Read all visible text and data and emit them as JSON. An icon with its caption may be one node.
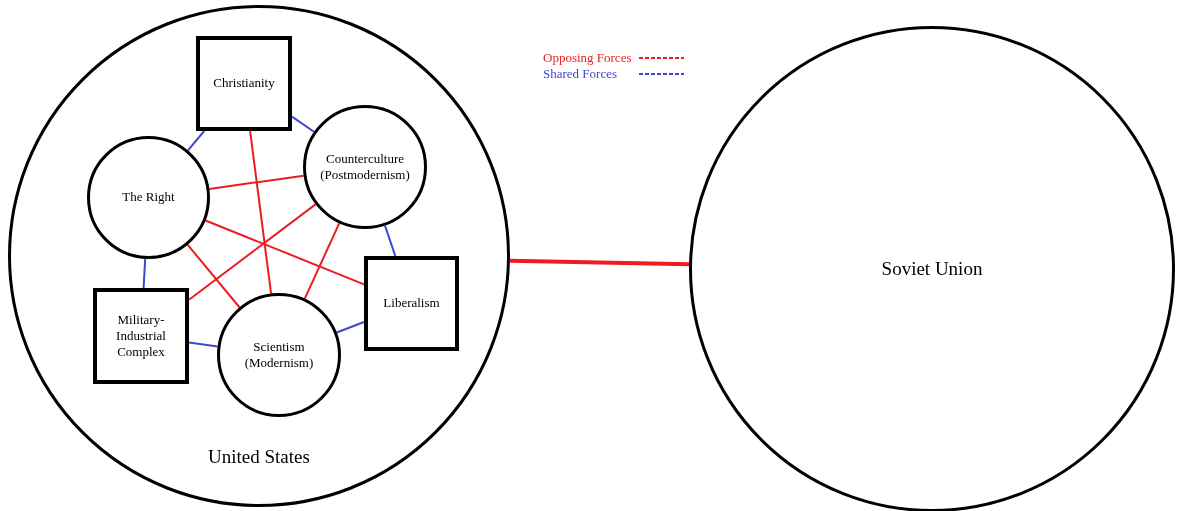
{
  "diagram": {
    "nodes": [
      {
        "text": [
          "United States"
        ]
      },
      {
        "text": [
          "Christianity"
        ],
        "in": 0
      },
      {
        "text": [
          "The Right"
        ],
        "in": 0
      },
      {
        "text": [
          "Counterculture (Postmodernism)"
        ],
        "in": 0
      },
      {
        "text": [
          "Liberalism"
        ],
        "in": 0
      },
      {
        "text": [
          "Military-Industrial Complex"
        ],
        "in": 0
      },
      {
        "text": [
          "Scientism (Modernism)"
        ],
        "in": 0
      },
      {
        "text": [
          "Soviet Union"
        ]
      }
    ],
    "edges": [
      {
        "from": 1,
        "to": 2,
        "arrow": "none",
        "color": "#3f48cc"
      },
      {
        "from": 1,
        "to": 3,
        "arrow": "none",
        "color": "#3f48cc"
      },
      {
        "from": 2,
        "to": 3,
        "arrow": "none"
      },
      {
        "from": 1,
        "to": 6,
        "arrow": "none"
      },
      {
        "from": 2,
        "to": 4,
        "arrow": "none"
      },
      {
        "from": 3,
        "to": 5,
        "arrow": "none"
      },
      {
        "from": 2,
        "to": 6,
        "arrow": "none"
      },
      {
        "from": 3,
        "to": 6,
        "arrow": "none"
      },
      {
        "from": 2,
        "to": 5,
        "arrow": "none",
        "color": "#3f48cc"
      },
      {
        "from": 3,
        "to": 4,
        "arrow": "none",
        "color": "#3f48cc"
      },
      {
        "from": 5,
        "to": 6,
        "arrow": "none",
        "color": "#3f48cc"
      },
      {
        "from": 6,
        "to": 4,
        "arrow": "none",
        "color": "#3f48cc"
      },
      {
        "from": 0,
        "to": 7,
        "arrow": "none",
        "style": "thick"
      }
    ],
    "legend": [
      {
        "text": "Opposing Forces",
        "color": "#ed1c24"
      },
      {
        "text": "Shared Forces",
        "color": "#3f48cc"
      }
    ]
  }
}
